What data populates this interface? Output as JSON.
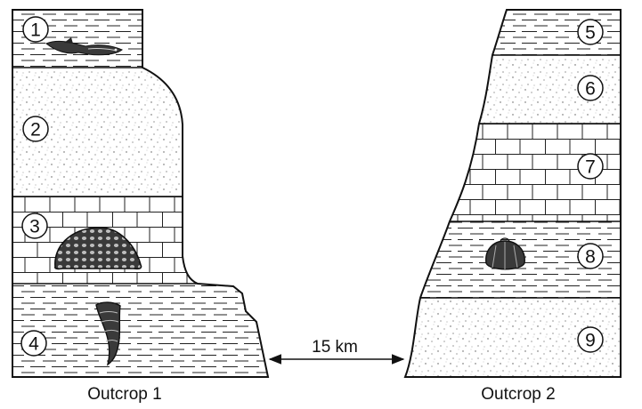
{
  "outcrops": [
    {
      "caption": "Outcrop 1",
      "layers": [
        {
          "label": "1",
          "rock": "shale",
          "fossil": "fish"
        },
        {
          "label": "2",
          "rock": "sandstone",
          "fossil": ""
        },
        {
          "label": "3",
          "rock": "limestone",
          "fossil": "coral"
        },
        {
          "label": "4",
          "rock": "shale",
          "fossil": "horn coral"
        }
      ]
    },
    {
      "caption": "Outcrop 2",
      "layers": [
        {
          "label": "5",
          "rock": "shale",
          "fossil": ""
        },
        {
          "label": "6",
          "rock": "sandstone",
          "fossil": ""
        },
        {
          "label": "7",
          "rock": "limestone",
          "fossil": ""
        },
        {
          "label": "8",
          "rock": "shale",
          "fossil": "brachiopod"
        },
        {
          "label": "9",
          "rock": "sandstone",
          "fossil": ""
        }
      ]
    }
  ],
  "distance": "15 km"
}
